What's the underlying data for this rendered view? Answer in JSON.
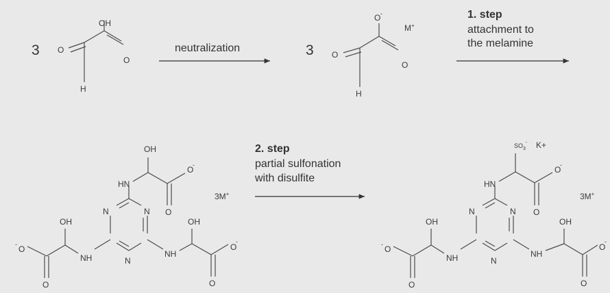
{
  "reaction": {
    "coef_1": "3",
    "coef_2": "3",
    "step_arrow_1": {
      "label": "neutralization"
    },
    "step_arrow_2": {
      "title": "1. step",
      "line_1": "attachment to",
      "line_2": "the melamine"
    },
    "step_arrow_3": {
      "title": "2. step",
      "line_1": "partial sulfonation",
      "line_2": "with disulfite"
    }
  },
  "atoms": {
    "oh": "OH",
    "o": "O",
    "h": "H",
    "n": "N",
    "nh": "NH",
    "hn": "HN",
    "so3": "SO",
    "so3_sub": "3",
    "minus": "-"
  },
  "counter_ions": {
    "m_plus": "M",
    "plus": "+",
    "three_m_plus": "3M",
    "k_plus": "K+"
  },
  "colors": {
    "background": "#e9e9ea",
    "ink": "#333333"
  }
}
